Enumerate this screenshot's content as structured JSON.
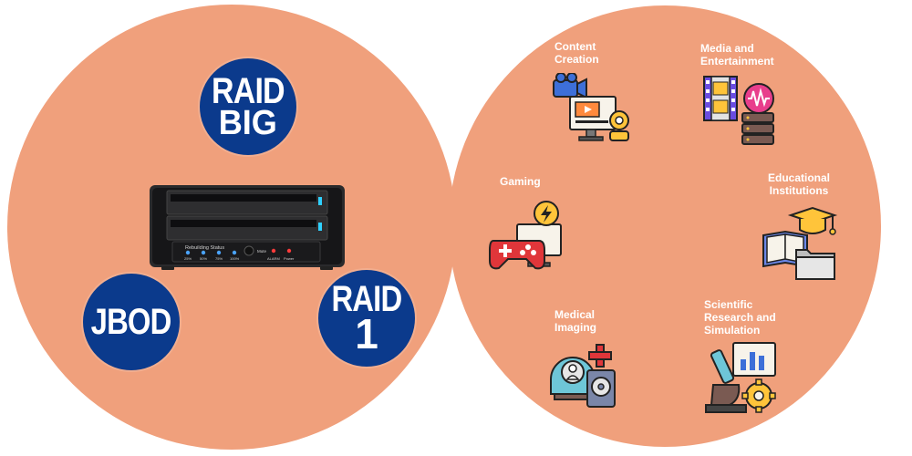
{
  "colors": {
    "circle_fill": "#f0a07c",
    "badge_fill": "#0b3a8c",
    "label_text": "#ffffff",
    "device_body": "#1c1c1e",
    "led_blue": "#4aa3ff",
    "led_red": "#ff3b3b"
  },
  "badges": {
    "raid_big": {
      "line1": "RAID",
      "line2": "BIG"
    },
    "jbod": {
      "line1": "JBOD"
    },
    "raid1": {
      "line1": "RAID",
      "line2": "1"
    }
  },
  "device": {
    "status_title": "Rebuilding Status",
    "progress_labels": [
      "25%",
      "50%",
      "75%",
      "100%"
    ],
    "mute_label": "Mute",
    "alarm_label": "ALARM",
    "power_label": "Power"
  },
  "use_cases": {
    "content_creation": "Content\nCreation",
    "media_entertainment": "Media and\nEntertainment",
    "gaming": "Gaming",
    "educational": "Educational\nInstitutions",
    "medical": "Medical\nImaging",
    "scientific": "Scientific\nResearch and\nSimulation"
  },
  "icons": {
    "content_creation": "video-camera-monitor-icon",
    "media_entertainment": "film-server-icon",
    "gaming": "gamepad-monitor-icon",
    "educational": "graduation-book-folder-icon",
    "medical": "mri-scanner-icon",
    "scientific": "microscope-chart-icon"
  }
}
